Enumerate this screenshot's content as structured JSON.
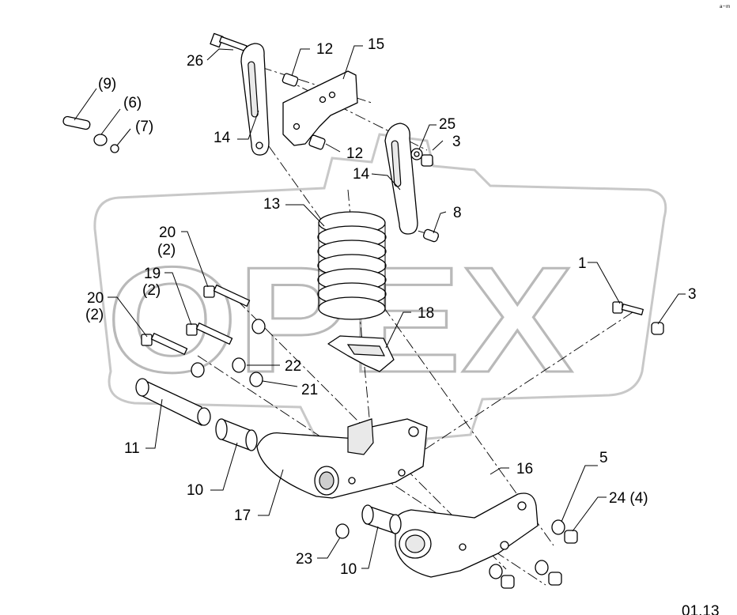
{
  "watermark": {
    "text": "OPEX"
  },
  "corner_mark": "ᵃ⁻ᵐ",
  "sheet_ref": "01.13",
  "callouts": {
    "c26": "26",
    "c12a": "12",
    "c15": "15",
    "c9": "(9)",
    "c6": "(6)",
    "c7": "(7)",
    "c14a": "14",
    "c12b": "12",
    "c25": "25",
    "c3a": "3",
    "c14b": "14",
    "c13": "13",
    "c8": "8",
    "c20a": "20",
    "c20a_qty": "(2)",
    "c19": "19",
    "c19_qty": "(2)",
    "c20b": "20",
    "c20b_qty": "(2)",
    "c1": "1",
    "c3b": "3",
    "c18": "18",
    "c22": "22",
    "c21": "21",
    "c11": "11",
    "c10a": "10",
    "c16": "16",
    "c5": "5",
    "c24": "24 (4)",
    "c17": "17",
    "c23": "23",
    "c10b": "10"
  }
}
